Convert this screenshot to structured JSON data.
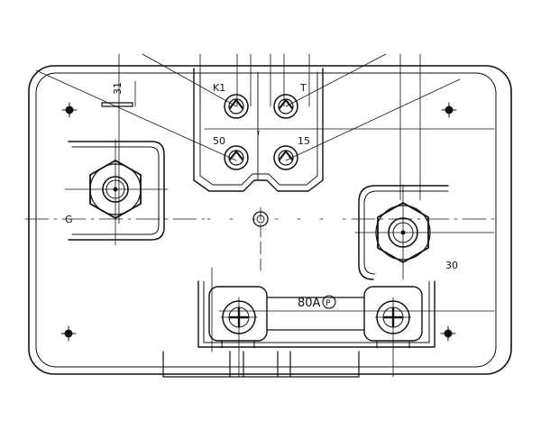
{
  "diagram": {
    "labels": {
      "k1": "K1",
      "t": "T",
      "fifty": "50",
      "fifteen": "15",
      "center_mark": "T",
      "thirty_one": "31",
      "g": "G",
      "thirty": "30",
      "fuse_rating": "80A",
      "fuse_mark": "P"
    },
    "colors": {
      "stroke": "#111111",
      "background": "#ffffff"
    }
  }
}
